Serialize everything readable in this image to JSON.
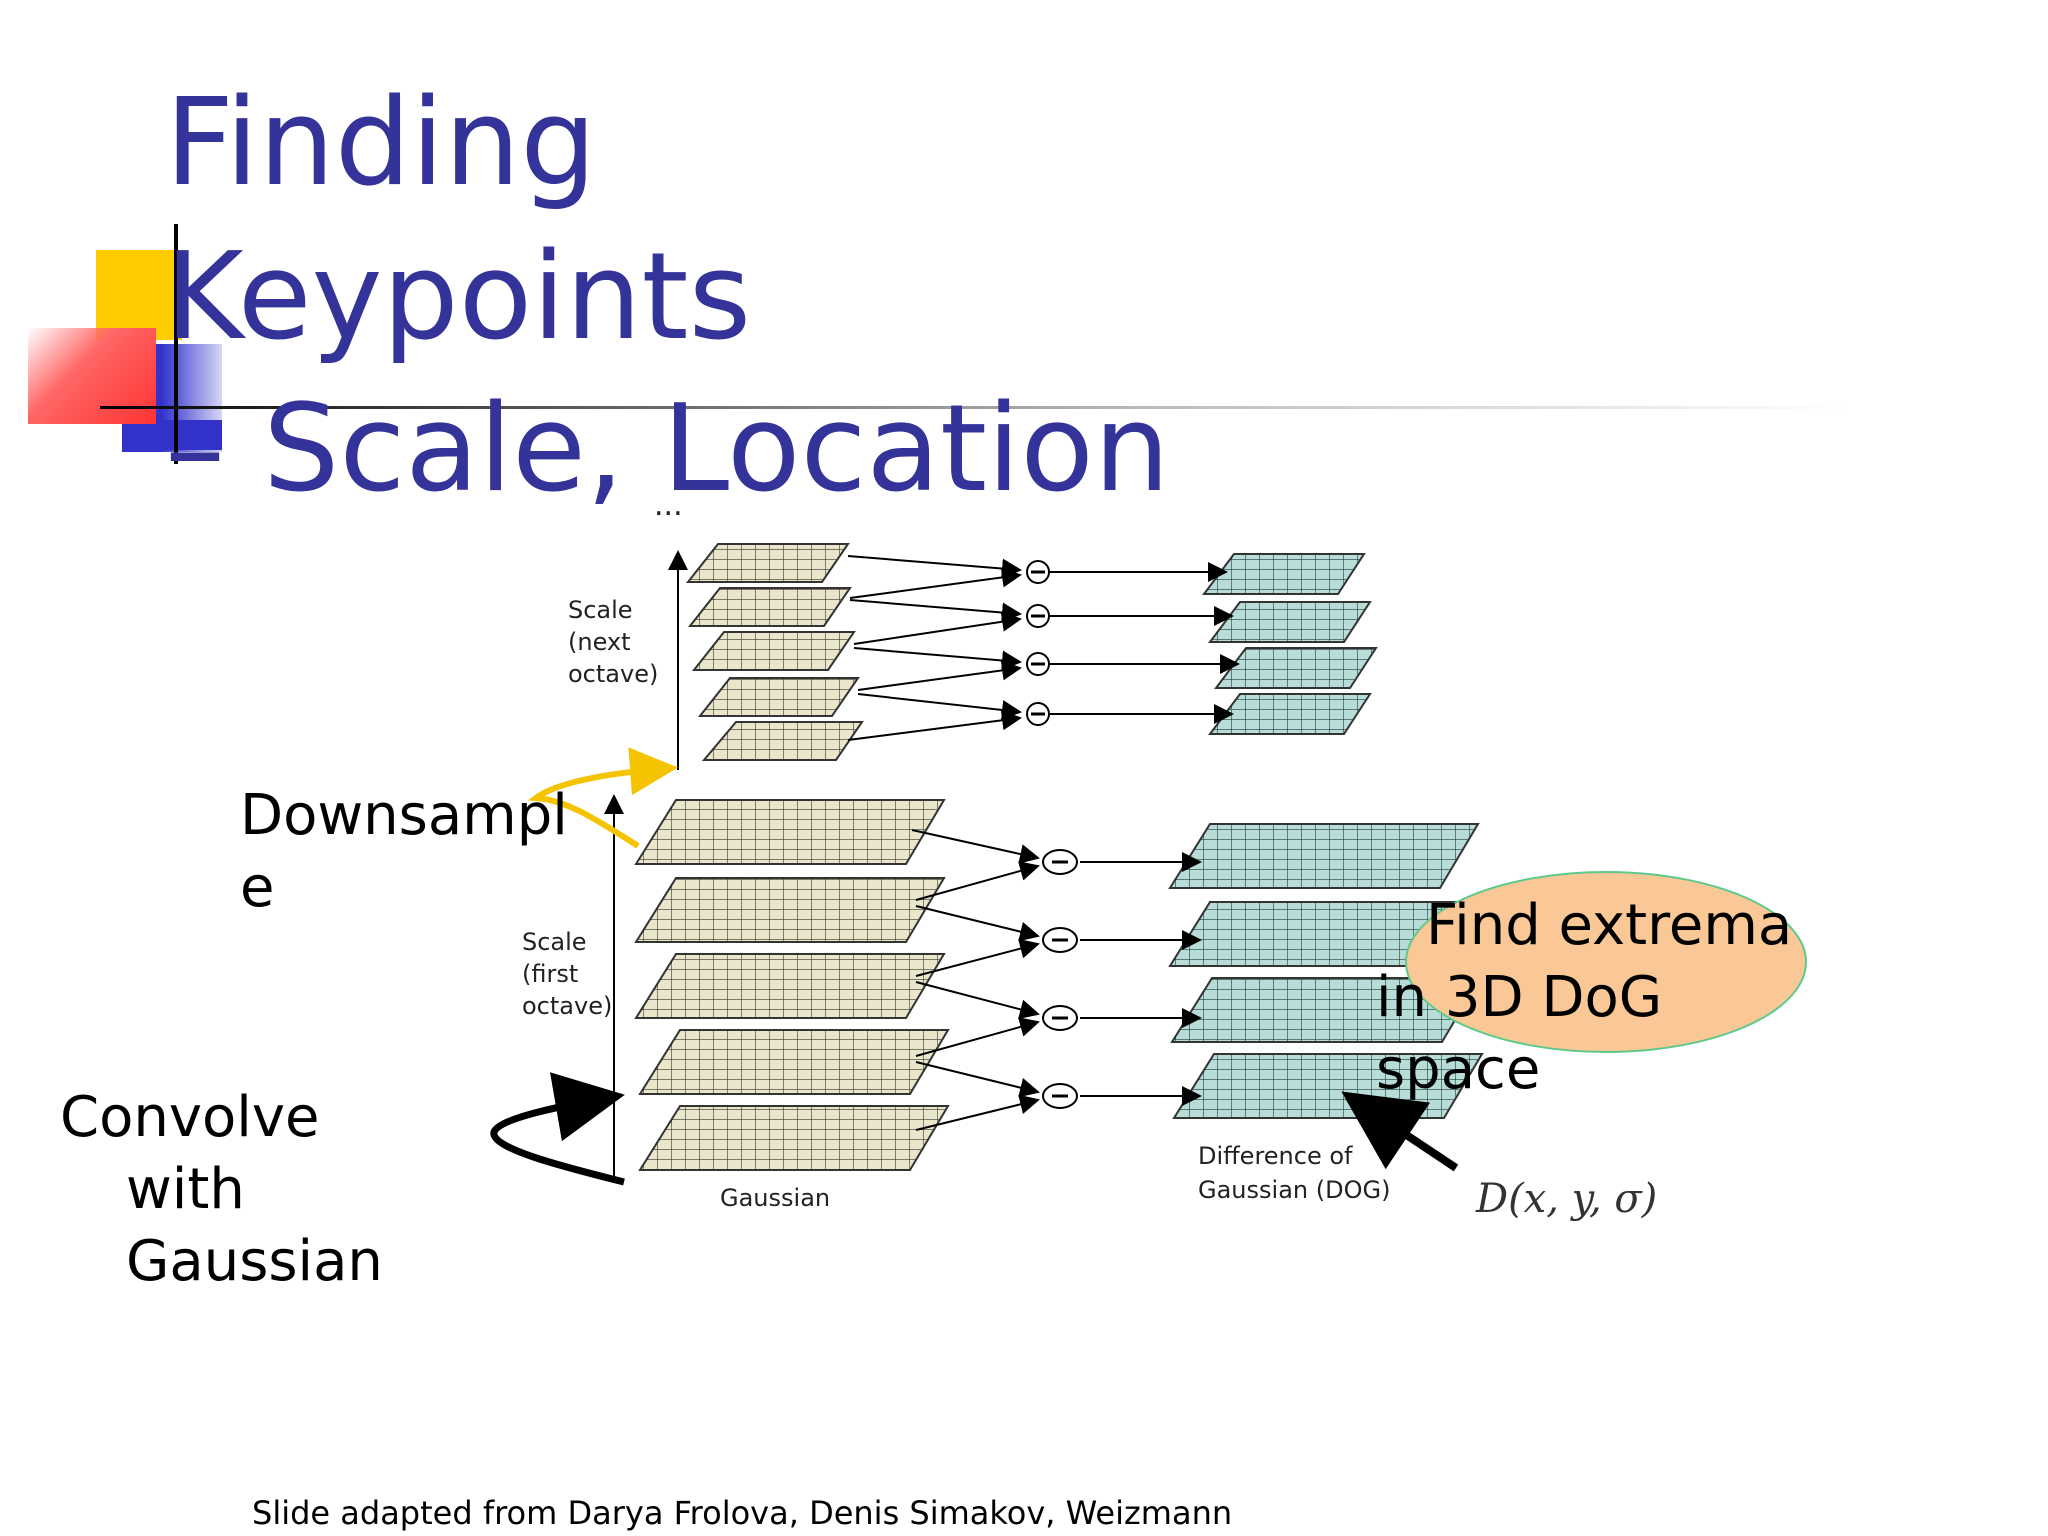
{
  "slide": {
    "title_lines": [
      "Finding",
      "Keypoints",
      "– Scale, Location"
    ],
    "labels": {
      "downsample": [
        "Downsampl",
        "e"
      ],
      "convolve": [
        "Convolve",
        "with",
        "Gaussian"
      ],
      "find_extrema": [
        "Find extrema",
        "in 3D DoG",
        "space"
      ]
    },
    "diagram": {
      "ellipsis": "...",
      "scale_next_octave": [
        "Scale",
        "(next",
        "octave)"
      ],
      "scale_first_octave": [
        "Scale",
        "(first",
        "octave)"
      ],
      "gaussian_label": "Gaussian",
      "dog_label": [
        "Difference of",
        "Gaussian (DOG)"
      ],
      "minus_symbol": "−",
      "formula": "D(x, y, σ)"
    },
    "footer": "Slide adapted from Darya Frolova, Denis Simakov, Weizmann",
    "colors": {
      "title": "#333399",
      "gaussian_grid": "#e9e6cc",
      "dog_grid": "#b8dcd8",
      "extrema_ellipse": "#f9c896",
      "downsample_arrow": "#f5c400"
    }
  }
}
